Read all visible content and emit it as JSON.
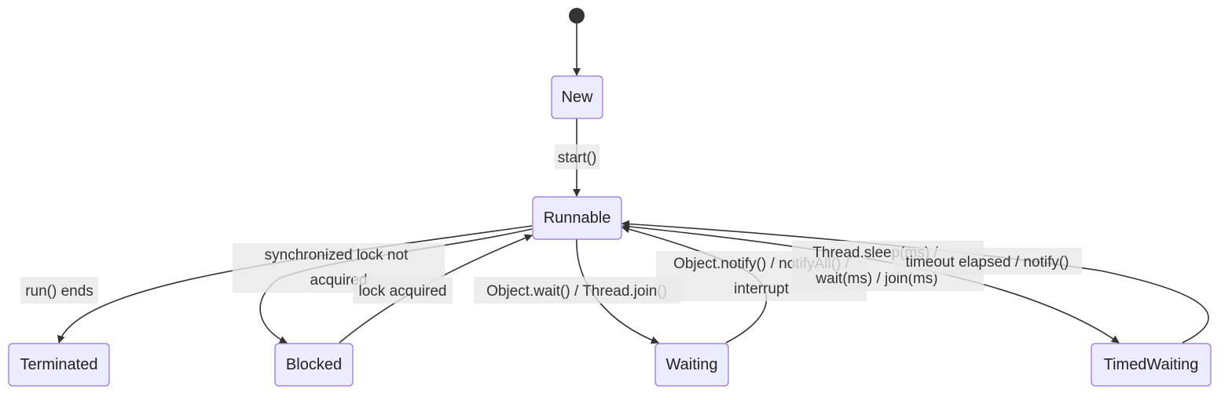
{
  "diagram": {
    "type": "state-diagram",
    "states": {
      "new": "New",
      "runnable": "Runnable",
      "terminated": "Terminated",
      "blocked": "Blocked",
      "waiting": "Waiting",
      "timed_waiting": "TimedWaiting"
    },
    "transitions": {
      "start": "start()",
      "run_ends": "run() ends",
      "sync_lock_line1": "synchronized lock not",
      "sync_lock_line2": "acquired",
      "lock_acquired": "lock acquired",
      "wait_join": "Object.wait() / Thread.join()",
      "notify_line1": "Object.notify() / notifyAll() /",
      "notify_line2": "interrupt",
      "sleep_line1": "Thread.sleep(ms) /",
      "sleep_line2": "wait(ms) / join(ms)",
      "timeout": "timeout elapsed / notify()"
    },
    "colors": {
      "node_fill": "#ececff",
      "node_stroke": "#9370db",
      "edge": "#333333",
      "label_background": "#e8e8e8"
    }
  }
}
